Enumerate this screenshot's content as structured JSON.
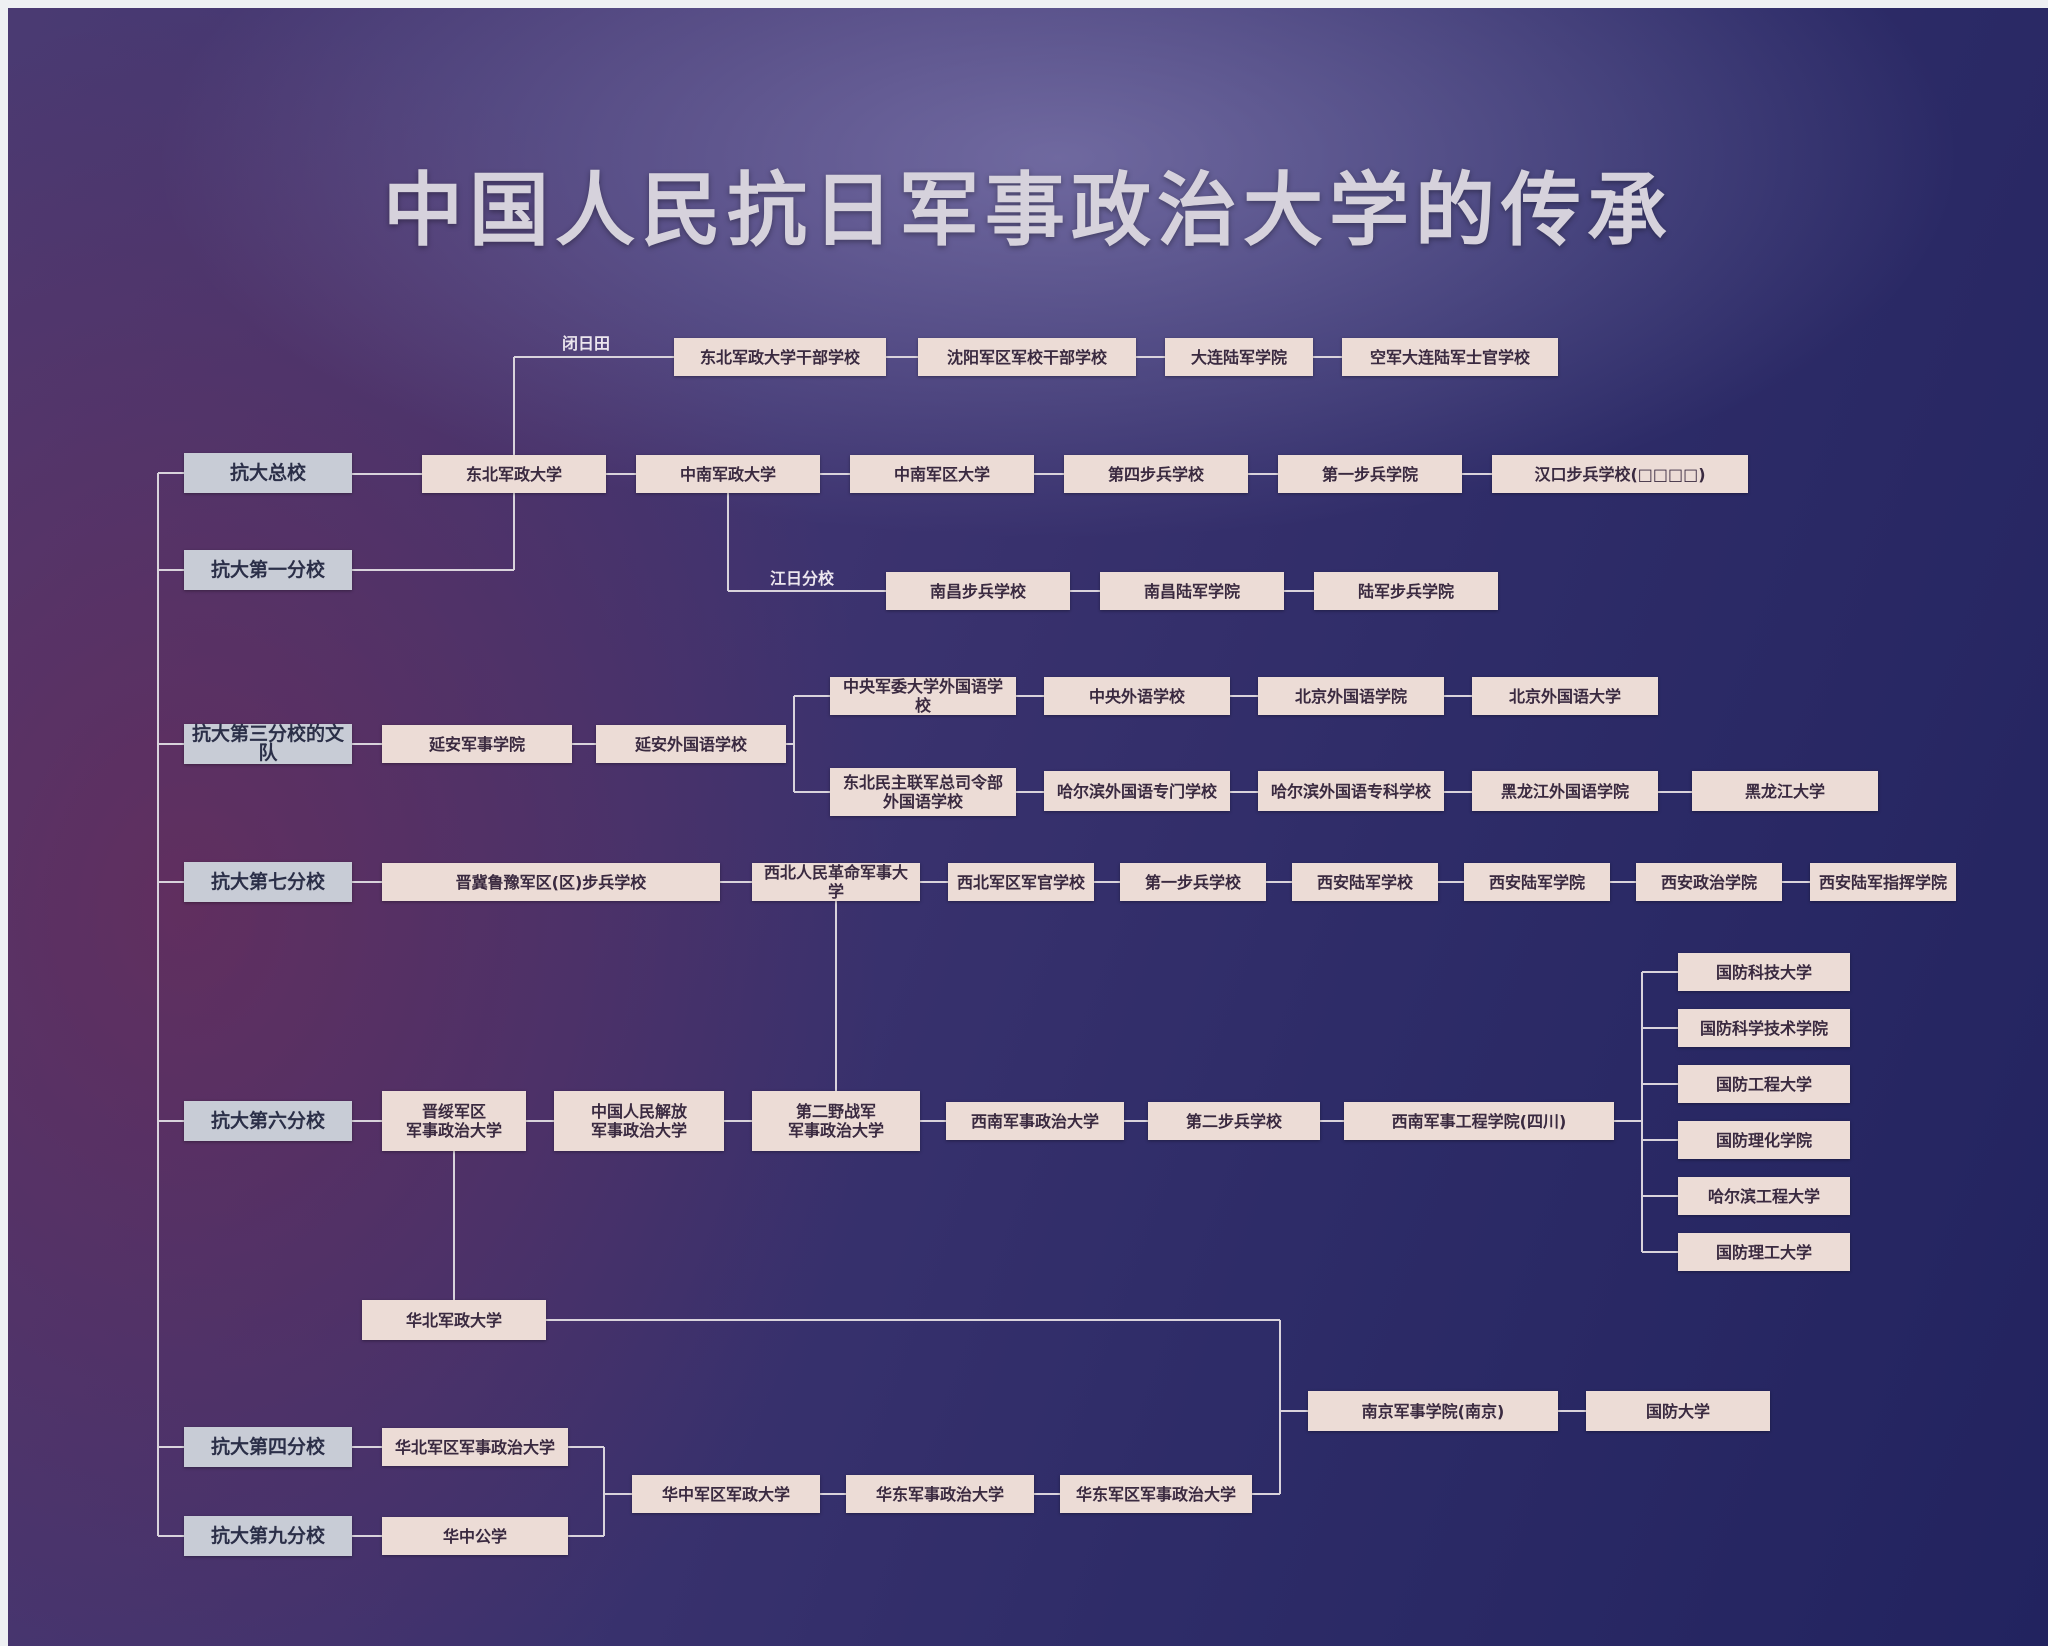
{
  "title": "中国人民抗日军事政治大学的传承",
  "labels": {
    "top_branch": "闭日田",
    "mid_branch": "江日分校"
  },
  "roots": {
    "r_main": "抗大总校",
    "r_1": "抗大第一分校",
    "r_3": "抗大第三分校的文队",
    "r_7": "抗大第七分校",
    "r_6": "抗大第六分校",
    "r_4": "抗大第四分校",
    "r_9": "抗大第九分校"
  },
  "nodes": {
    "a1": "东北军政大学干部学校",
    "a2": "沈阳军区军校干部学校",
    "a3": "大连陆军学院",
    "a4": "空军大连陆军士官学校",
    "b1": "东北军政大学",
    "b2": "中南军政大学",
    "b3": "中南军区大学",
    "b4": "第四步兵学校",
    "b5": "第一步兵学院",
    "b6": "汉口步兵学校(□□□□)",
    "c1": "南昌步兵学校",
    "c2": "南昌陆军学院",
    "c3": "陆军步兵学院",
    "d1": "延安军事学院",
    "d2": "延安外国语学校",
    "e1": "中央军委大学外国语学校",
    "e2": "中央外语学校",
    "e3": "北京外国语学院",
    "e4": "北京外国语大学",
    "f1": "东北民主联军总司令部\n外国语学校",
    "f2": "哈尔滨外国语专门学校",
    "f3": "哈尔滨外国语专科学校",
    "f4": "黑龙江外国语学院",
    "f5": "黑龙江大学",
    "g1": "晋冀鲁豫军区(区)步兵学校",
    "g2": "西北人民革命军事大学",
    "g3": "西北军区军官学校",
    "g4": "第一步兵学校",
    "g5": "西安陆军学校",
    "g6": "西安陆军学院",
    "g7": "西安政治学院",
    "g8": "西安陆军指挥学院",
    "h1": "晋绥军区\n军事政治大学",
    "h2": "中国人民解放\n军事政治大学",
    "h3": "第二野战军\n军事政治大学",
    "h4": "西南军事政治大学",
    "h5": "第二步兵学校",
    "h6": "西南军事工程学院(四川)",
    "i1": "国防科技大学",
    "i2": "国防科学技术学院",
    "i3": "国防工程大学",
    "i4": "国防理化学院",
    "i5": "哈尔滨工程大学",
    "i6": "国防理工大学",
    "j1": "华北军政大学",
    "k1": "华北军区军事政治大学",
    "k2": "华中军区军政大学",
    "k3": "华东军事政治大学",
    "k4": "华东军区军事政治大学",
    "l1": "华中公学",
    "m1": "南京军事学院(南京)",
    "m2": "国防大学"
  }
}
